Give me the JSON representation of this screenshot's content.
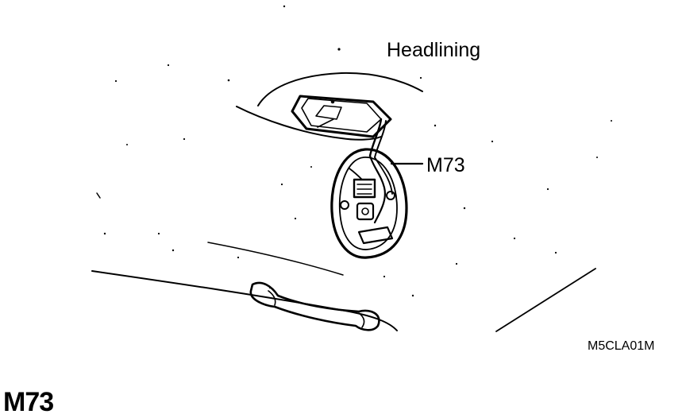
{
  "labels": {
    "headlining": "Headlining",
    "connector": "M73",
    "figure_code": "M5CLA01M",
    "title": "M73"
  }
}
